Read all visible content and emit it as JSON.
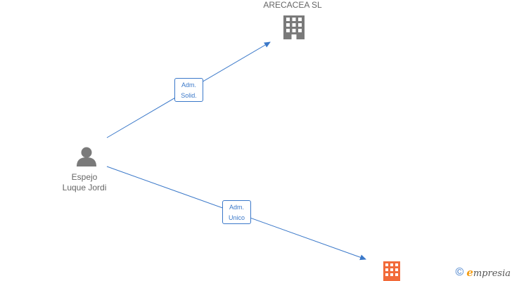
{
  "nodes": {
    "company_top": {
      "label": "ARECACEA  SL",
      "icon": "building-icon",
      "color": "#7a7a7a"
    },
    "person": {
      "label_line1": "Espejo",
      "label_line2": "Luque Jordi",
      "icon": "person-icon",
      "color": "#7a7a7a"
    },
    "company_bottom": {
      "label": "",
      "icon": "building-icon",
      "color": "#f26b3a"
    }
  },
  "edges": [
    {
      "from": "person",
      "to": "company_top",
      "label_line1": "Adm.",
      "label_line2": "Solid.",
      "color": "#3a78c9"
    },
    {
      "from": "person",
      "to": "company_bottom",
      "label_line1": "Adm.",
      "label_line2": "Unico",
      "color": "#3a78c9"
    }
  ],
  "brand": {
    "copyright_symbol": "©",
    "initial": "e",
    "name": "mpresia"
  }
}
